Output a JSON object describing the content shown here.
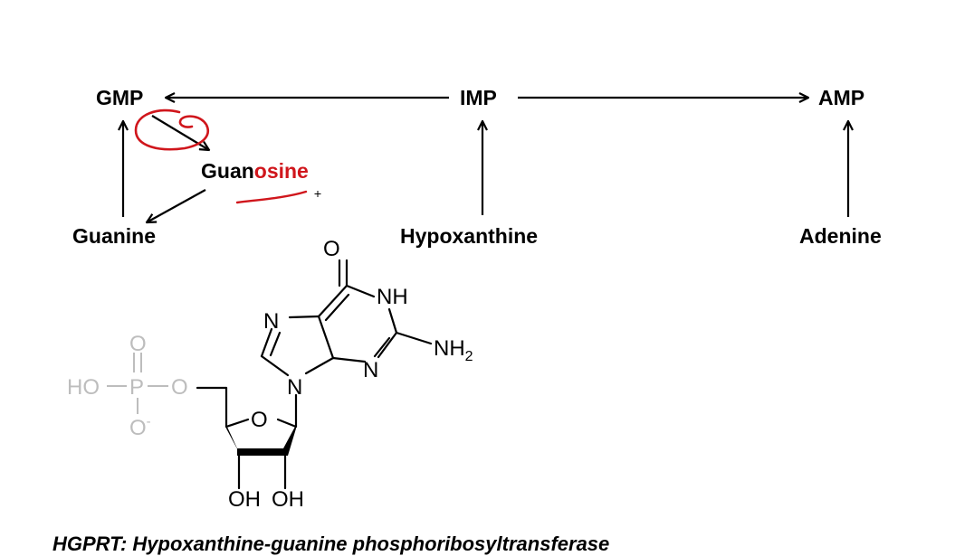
{
  "pathway": {
    "gmp": "GMP",
    "imp": "IMP",
    "amp": "AMP",
    "guanosine_a": "Guan",
    "guanosine_b": "osine",
    "guanine": "Guanine",
    "hypoxanthine": "Hypoxanthine",
    "adenine": "Adenine"
  },
  "molecule": {
    "o_carbonyl": "O",
    "nh": "NH",
    "n7": "N",
    "n3": "N",
    "n9": "N",
    "nh2_main": "NH",
    "nh2_sub": "2",
    "ring_o": "O",
    "oh1": "OH",
    "oh2": "OH",
    "phosphate_o_top": "O",
    "phosphate_ho": "HO",
    "phosphate_p": "P",
    "phosphate_o_link": "O",
    "phosphate_o_minus": "O",
    "phosphate_minus_sign": "-"
  },
  "footer": {
    "text": "HGPRT: Hypoxanthine-guanine phosphoribosyltransferase"
  },
  "colors": {
    "annotation_red": "#d0161c",
    "phosphate_gray": "#bdbdbd"
  }
}
